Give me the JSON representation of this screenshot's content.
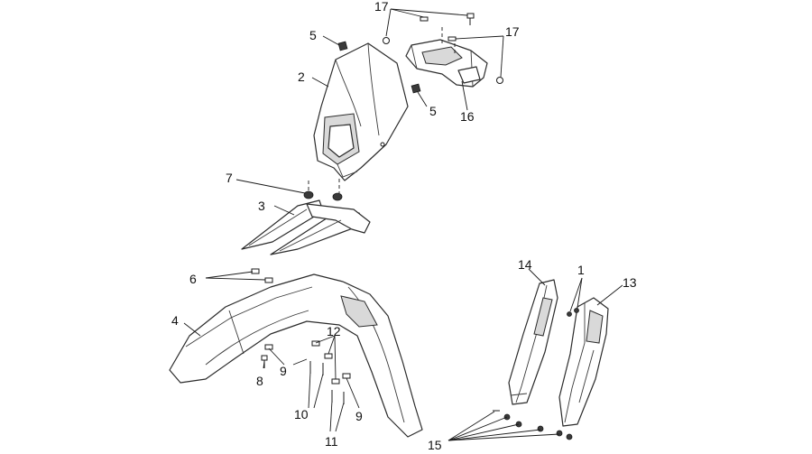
{
  "callouts": {
    "c1": "1",
    "c2": "2",
    "c3": "3",
    "c4": "4",
    "c5a": "5",
    "c5b": "5",
    "c6": "6",
    "c7": "7",
    "c8": "8",
    "c9a": "9",
    "c9b": "9",
    "c10": "10",
    "c11": "11",
    "c12": "12",
    "c13": "13",
    "c14": "14",
    "c15": "15",
    "c16": "16",
    "c17a": "17",
    "c17b": "17"
  }
}
